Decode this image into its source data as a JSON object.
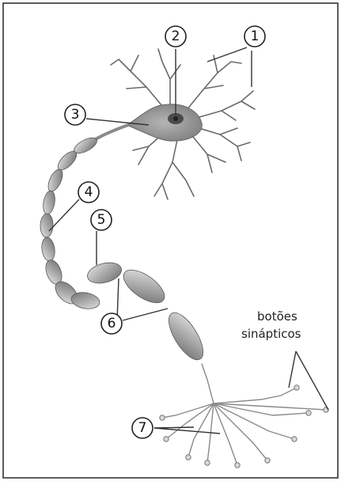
{
  "labels": {
    "n1": "1",
    "n2": "2",
    "n3": "3",
    "n4": "4",
    "n5": "5",
    "n6": "6",
    "n7": "7",
    "botoes_line1": "botões",
    "botoes_line2": "sinápticos"
  },
  "colors": {
    "frame": "#333333",
    "soma": "#8f8f8f",
    "nucleus": "#4a4a4a",
    "myelin_dark": "#7a7a7a",
    "myelin_light": "#cfcfcf"
  }
}
